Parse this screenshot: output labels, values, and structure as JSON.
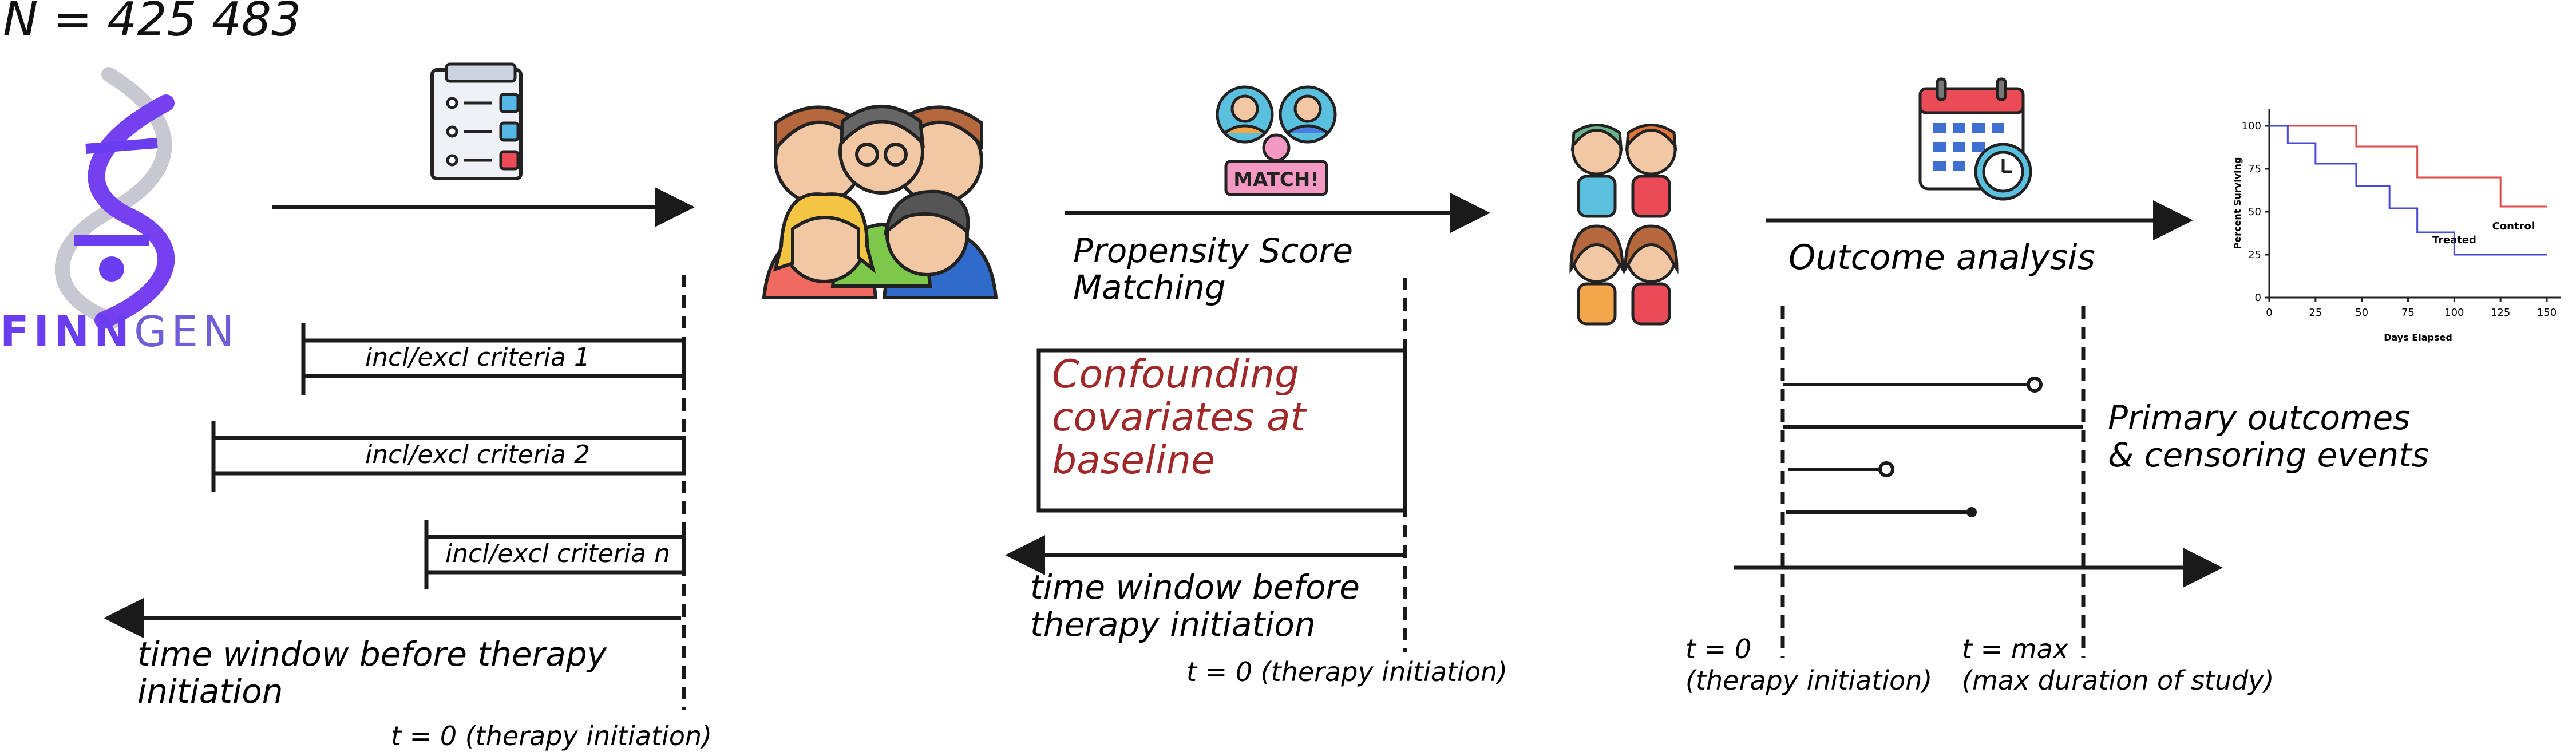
{
  "header": {
    "n_label": "N = 425 483"
  },
  "logo": {
    "text_bold": "FINN",
    "text_light": "GEN",
    "accent": "#6a3df0",
    "light": "#6e5fd8"
  },
  "stage1": {
    "criteria": [
      "incl/excl criteria 1",
      "incl/excl criteria 2",
      "incl/excl criteria n"
    ],
    "window_label_line1": "time window before therapy",
    "window_label_line2": "initiation",
    "t0_label": "t  = 0 (therapy initiation)"
  },
  "stage2": {
    "title_line1": "Propensity Score",
    "title_line2": "Matching",
    "match_badge": "MATCH!",
    "box_lines": [
      "Confounding",
      "covariates at",
      "baseline"
    ],
    "box_color": "#a02828",
    "window_label_line1": "time window before",
    "window_label_line2": "therapy initiation",
    "t0_label": "t  = 0 (therapy initiation)"
  },
  "stage3": {
    "title": "Outcome analysis",
    "outcomes_line1": "Primary outcomes",
    "outcomes_line2": "& censoring events",
    "t0_line1": "t  = 0",
    "t0_line2": "(therapy initiation)",
    "tmax_line1": "t  = max",
    "tmax_line2": "(max duration of study)"
  },
  "chart_data": {
    "type": "line",
    "title": "",
    "xlabel": "Days Elapsed",
    "ylabel": "Percent Surviving",
    "xlim": [
      0,
      150
    ],
    "ylim": [
      0,
      110
    ],
    "xticks": [
      "0",
      "25",
      "50",
      "75",
      "100",
      "125",
      "150"
    ],
    "yticks": [
      "0",
      "25",
      "50",
      "75",
      "100"
    ],
    "grid": false,
    "series": [
      {
        "name": "Control",
        "color": "#e04a4a",
        "steps": [
          [
            0,
            100
          ],
          [
            47,
            100
          ],
          [
            47,
            88
          ],
          [
            80,
            88
          ],
          [
            80,
            70
          ],
          [
            125,
            70
          ],
          [
            125,
            53
          ],
          [
            150,
            53
          ]
        ]
      },
      {
        "name": "Treated",
        "color": "#4a4ad8",
        "steps": [
          [
            0,
            100
          ],
          [
            10,
            100
          ],
          [
            10,
            90
          ],
          [
            25,
            90
          ],
          [
            25,
            78
          ],
          [
            47,
            78
          ],
          [
            47,
            65
          ],
          [
            65,
            65
          ],
          [
            65,
            52
          ],
          [
            80,
            52
          ],
          [
            80,
            38
          ],
          [
            100,
            38
          ],
          [
            100,
            25
          ],
          [
            150,
            25
          ]
        ]
      }
    ]
  }
}
